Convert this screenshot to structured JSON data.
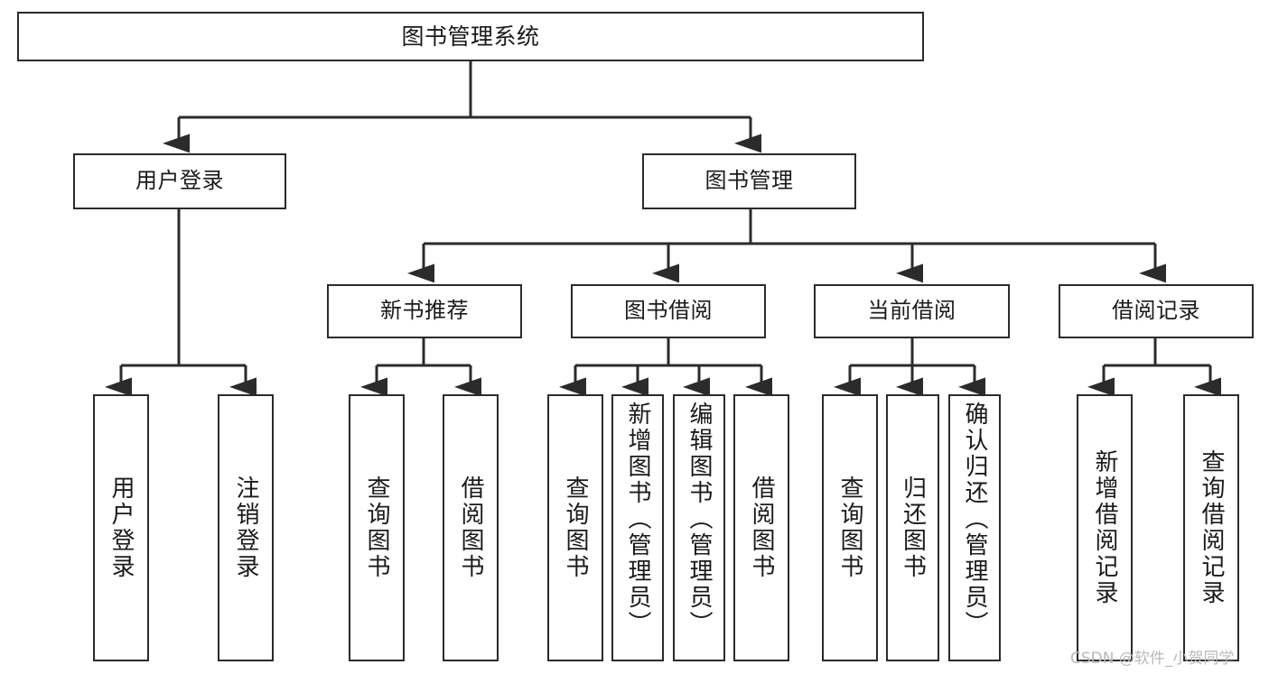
{
  "diagram": {
    "title": "图书管理系统",
    "watermark": "CSDN @软件_小贺同学",
    "colors": {
      "box_border": "#2b2b2b",
      "edge": "#2b2b2b",
      "background": "#ffffff",
      "text": "#1a1a1a",
      "watermark": "#b9b9b9"
    },
    "root": {
      "label": "图书管理系统"
    },
    "level1": [
      {
        "label": "用户登录"
      },
      {
        "label": "图书管理"
      }
    ],
    "level2": [
      {
        "label": "新书推荐"
      },
      {
        "label": "图书借阅"
      },
      {
        "label": "当前借阅"
      },
      {
        "label": "借阅记录"
      }
    ],
    "leaves": {
      "user_login": [
        {
          "label": "用户登录"
        },
        {
          "label": "注销登录"
        }
      ],
      "new_book_recommend": [
        {
          "label": "查询图书"
        },
        {
          "label": "借阅图书"
        }
      ],
      "book_borrow": [
        {
          "label": "查询图书"
        },
        {
          "label": "新增图书（管理员）"
        },
        {
          "label": "编辑图书（管理员）"
        },
        {
          "label": "借阅图书"
        }
      ],
      "current_borrow": [
        {
          "label": "查询图书"
        },
        {
          "label": "归还图书"
        },
        {
          "label": "确认归还（管理员）"
        }
      ],
      "borrow_record": [
        {
          "label": "新增借阅记录"
        },
        {
          "label": "查询借阅记录"
        }
      ]
    }
  }
}
